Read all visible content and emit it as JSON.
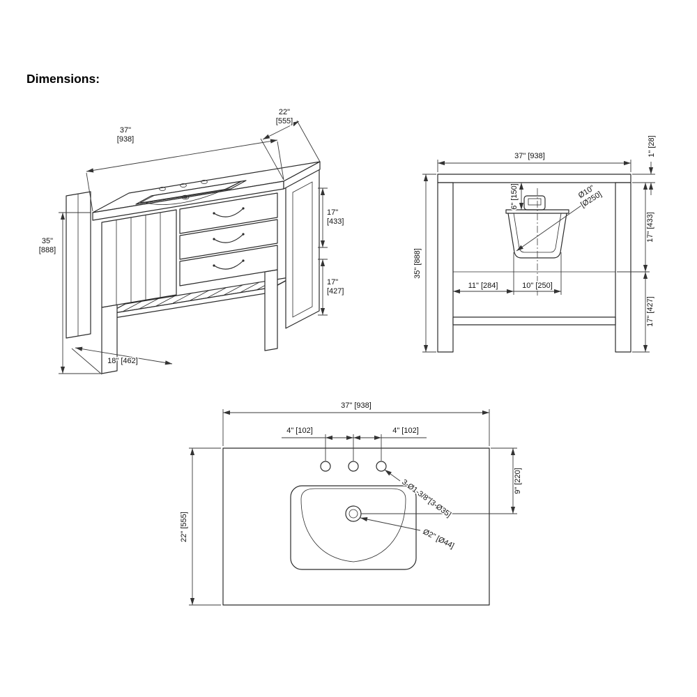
{
  "page": {
    "title": "Dimensions:"
  },
  "iso": {
    "width_in": "37\"",
    "width_mm": "[938]",
    "depth_in": "22\"",
    "depth_mm": "[555]",
    "height_in": "35\"",
    "height_mm": "[888]",
    "upper_in": "17\"",
    "upper_mm": "[433]",
    "lower_in": "17\"",
    "lower_mm": "[427]",
    "base_depth": "18\" [462]"
  },
  "front": {
    "width": "37\" [938]",
    "counter_thickness": "1\" [28]",
    "height": "35\" [888]",
    "sink_drop": "6\" [150]",
    "bowl_dia_in": "Ø10\"",
    "bowl_dia_mm": "[Ø250]",
    "upper_section": "17\" [433]",
    "bowl_left_offset": "11\" [284]",
    "bowl_width": "10\" [250]",
    "lower_section": "17\" [427]"
  },
  "plan": {
    "width": "37\" [938]",
    "hole_spacing_left": "4\" [102]",
    "hole_spacing_right": "4\" [102]",
    "depth": "22\" [555]",
    "drain_offset": "9\" [220]",
    "holes_note": "3-Ø1-3/8\"[3-Ø35]",
    "drain_dia": "Ø2\" [Ø44]"
  }
}
